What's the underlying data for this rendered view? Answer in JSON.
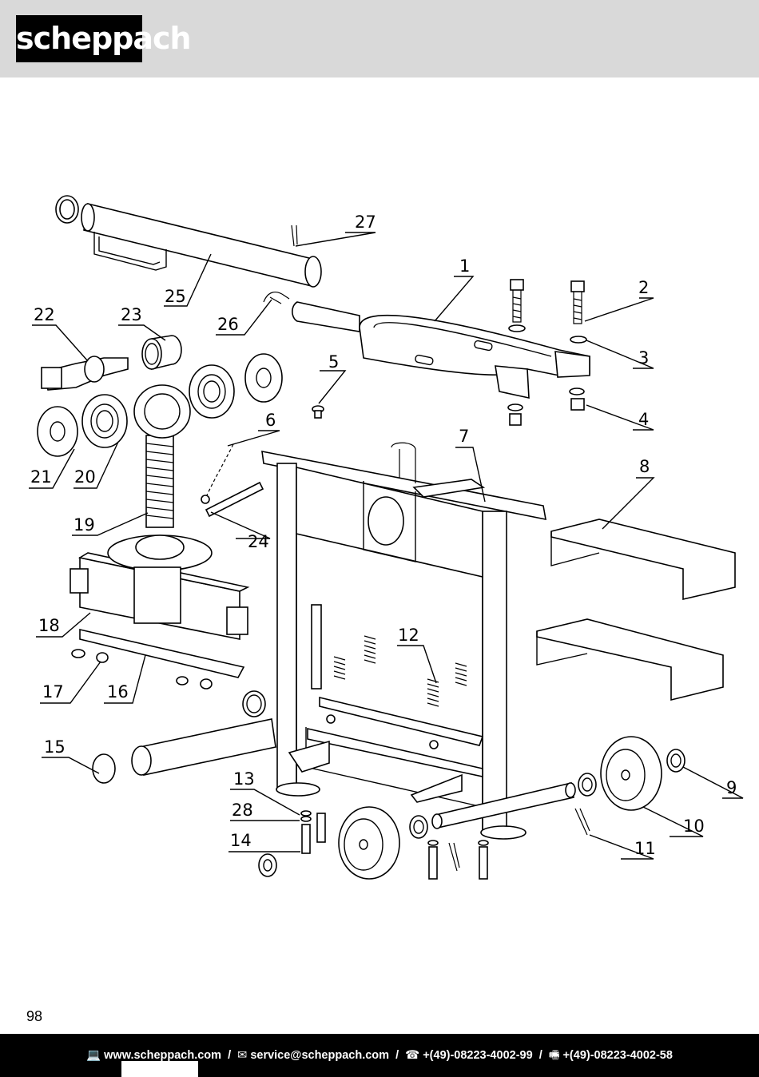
{
  "header": {
    "brand": "scheppach"
  },
  "page_number": "98",
  "footer": {
    "web_icon": "computer-icon",
    "web": "www.scheppach.com",
    "mail_icon": "envelope-icon",
    "mail": "service@scheppach.com",
    "phone_icon": "telephone-icon",
    "phone": "+(49)-08223-4002-99",
    "fax_icon": "fax-icon",
    "fax": "+(49)-08223-4002-58",
    "separator": "/"
  },
  "callouts": {
    "c1": "1",
    "c2": "2",
    "c3": "3",
    "c4": "4",
    "c5": "5",
    "c6": "6",
    "c7": "7",
    "c8": "8",
    "c9": "9",
    "c10": "10",
    "c11": "11",
    "c12": "12",
    "c13": "13",
    "c14": "14",
    "c15": "15",
    "c16": "16",
    "c17": "17",
    "c18": "18",
    "c19": "19",
    "c20": "20",
    "c21": "21",
    "c22": "22",
    "c23": "23",
    "c24": "24",
    "c25": "25",
    "c26": "26",
    "c27": "27",
    "c28": "28"
  }
}
